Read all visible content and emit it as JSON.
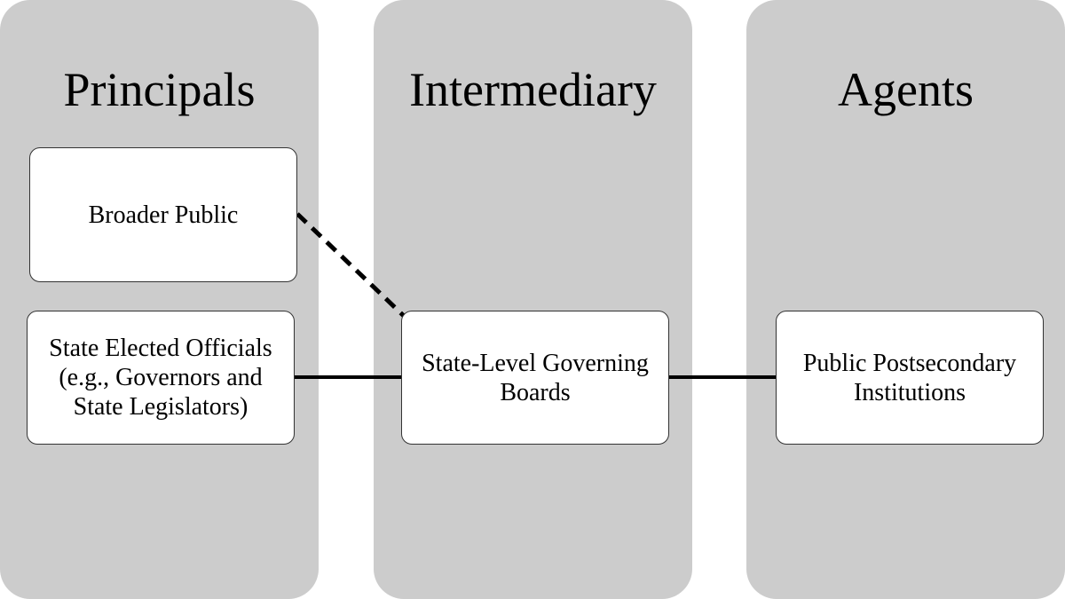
{
  "columns": {
    "principals": {
      "title": "Principals"
    },
    "intermediary": {
      "title": "Intermediary"
    },
    "agents": {
      "title": "Agents"
    }
  },
  "nodes": {
    "broader_public": "Broader Public",
    "state_elected_officials": "State Elected Officials (e.g., Governors and State Legislators)",
    "state_level_governing_boards": "State-Level Governing Boards",
    "public_postsecondary_institutions": "Public Postsecondary Institutions"
  },
  "edges": [
    {
      "from": "broader_public",
      "to": "state_level_governing_boards",
      "style": "dashed"
    },
    {
      "from": "state_elected_officials",
      "to": "state_level_governing_boards",
      "style": "solid"
    },
    {
      "from": "state_level_governing_boards",
      "to": "public_postsecondary_institutions",
      "style": "solid"
    }
  ],
  "colors": {
    "column_fill": "#cccccc",
    "node_fill": "#ffffff",
    "node_border": "#333333",
    "line": "#000000",
    "background": "#ffffff"
  }
}
